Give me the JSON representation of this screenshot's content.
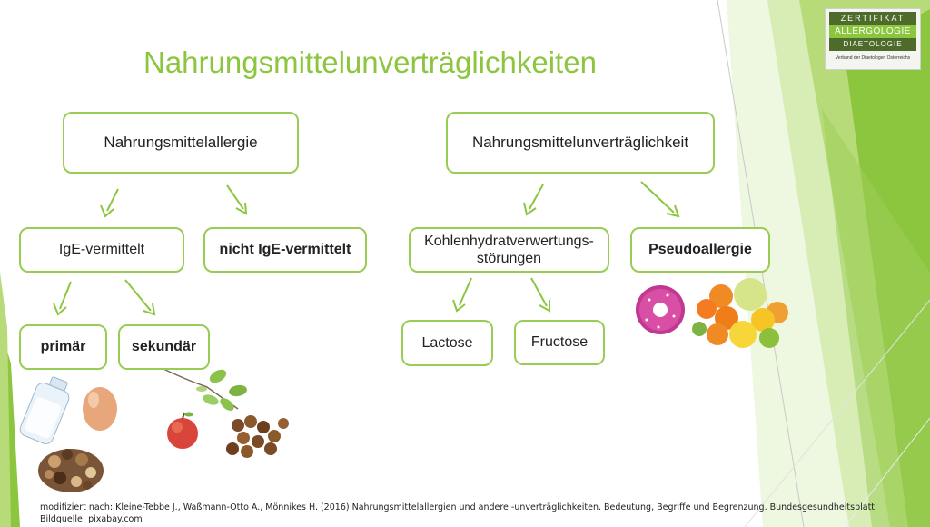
{
  "title": "Nahrungsmittelunverträglichkeiten",
  "certificate": {
    "line1": "ZERTIFIKAT",
    "line2": "ALLERGOLOGIE",
    "line3": "DIAETOLOGIE",
    "line4": "Verband der Diaetologen Österreichs"
  },
  "nodes": {
    "allergy": "Nahrungsmittelallergie",
    "intolerance": "Nahrungsmittelunverträglichkeit",
    "ige": "IgE-vermittelt",
    "non_ige": "nicht IgE-vermittelt",
    "carb_line1": "Kohlenhydratverwertungs-",
    "carb_line2": "störungen",
    "pseudo": "Pseudoallergie",
    "primary": "primär",
    "secondary": "sekundär",
    "lactose": "Lactose",
    "fructose": "Fructose"
  },
  "footer": {
    "citation": "modifiziert nach: Kleine-Tebbe J., Waßmann-Otto A., Mönnikes H. (2016) Nahrungsmittelallergien und andere -unverträglichkeiten. Bedeutung, Begriffe und Begrenzung. Bundesgesundheitsblatt.",
    "image_source": "Bildquelle: pixabay.com"
  },
  "colors": {
    "accent": "#8cc63f",
    "box_border": "#99cc55",
    "arrow": "#8cc63f"
  },
  "icons": [
    "milk-bottle-icon",
    "egg-icon",
    "nuts-icon",
    "birch-branch-icon",
    "apple-icon",
    "hazelnuts-icon",
    "donut-icon",
    "citrus-fruits-icon"
  ]
}
